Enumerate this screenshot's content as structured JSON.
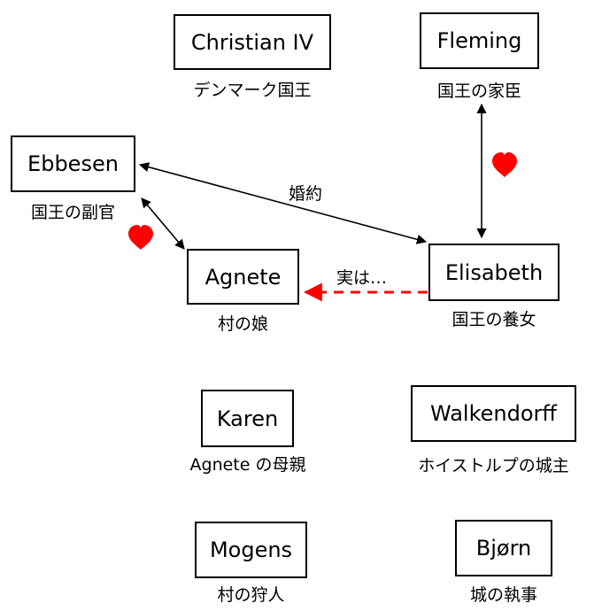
{
  "characters": {
    "christian": {
      "name": "Christian IV",
      "role": "デンマーク国王"
    },
    "fleming": {
      "name": "Fleming",
      "role": "国王の家臣"
    },
    "ebbesen": {
      "name": "Ebbesen",
      "role": "国王の副官"
    },
    "agnete": {
      "name": "Agnete",
      "role": "村の娘"
    },
    "elisabeth": {
      "name": "Elisabeth",
      "role": "国王の養女"
    },
    "karen": {
      "name": "Karen",
      "role": "Agnete の母親"
    },
    "walkendorff": {
      "name": "Walkendorff",
      "role": "ホイストルプの城主"
    },
    "mogens": {
      "name": "Mogens",
      "role": "村の狩人"
    },
    "bjorn": {
      "name": "Bjørn",
      "role": "城の執事"
    }
  },
  "relations": {
    "engagement": "婚約",
    "secret": "実は…"
  },
  "colors": {
    "love": "#ff0000",
    "secret_arrow": "#ff0000",
    "line": "#000000"
  }
}
